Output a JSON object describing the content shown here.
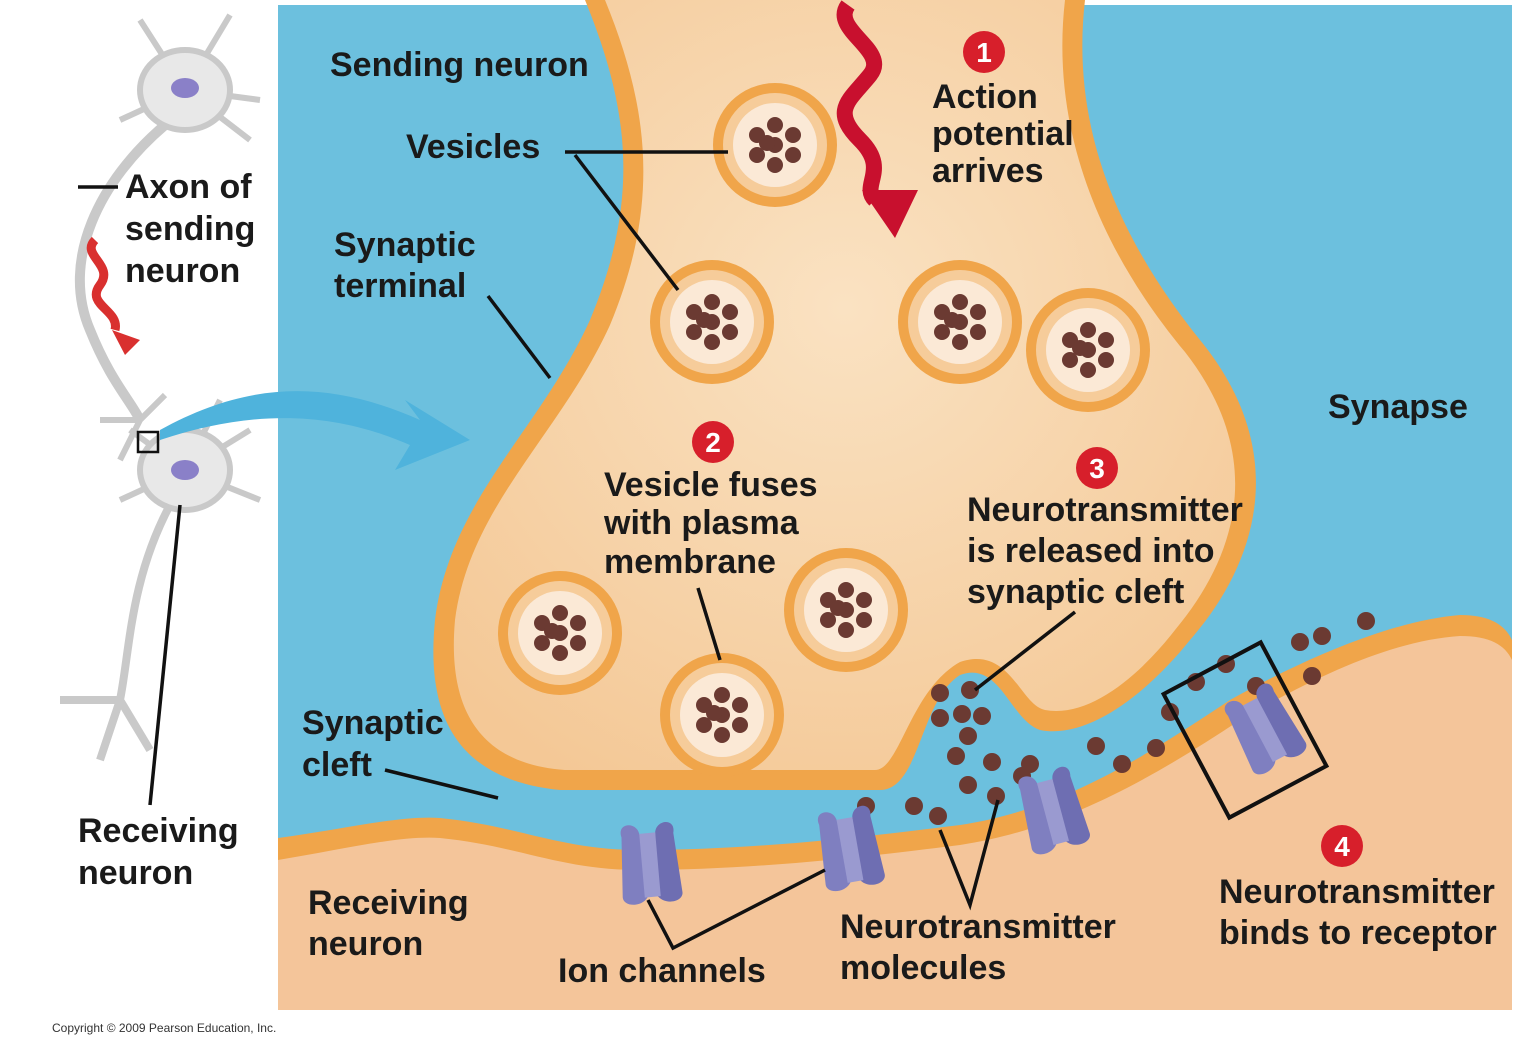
{
  "labels": {
    "axon": [
      "Axon of",
      "sending",
      "neuron"
    ],
    "receiving_left": [
      "Receiving",
      "neuron"
    ],
    "sending_neuron": "Sending neuron",
    "vesicles": "Vesicles",
    "synaptic_terminal": [
      "Synaptic",
      "terminal"
    ],
    "synapse": "Synapse",
    "synaptic_cleft": [
      "Synaptic",
      "cleft"
    ],
    "receiving_bottom": [
      "Receiving",
      "neuron"
    ],
    "ion_channels": "Ion channels",
    "nt_molecules": [
      "Neurotransmitter",
      "molecules"
    ]
  },
  "steps": [
    {
      "number": "1",
      "text": [
        "Action",
        "potential",
        "arrives"
      ]
    },
    {
      "number": "2",
      "text": [
        "Vesicle fuses",
        "with plasma",
        "membrane"
      ]
    },
    {
      "number": "3",
      "text": [
        "Neurotransmitter",
        "is released into",
        "synaptic cleft"
      ]
    },
    {
      "number": "4",
      "text": [
        "Neurotransmitter",
        "binds to receptor"
      ]
    }
  ],
  "copyright": "Copyright © 2009 Pearson Education, Inc.",
  "colors": {
    "cleft": "#6cc0de",
    "cytoplasm": "#f7d3a6",
    "membrane": "#f0a54a",
    "step_badge": "#d71f2b",
    "arrow": "#c8102e",
    "molecule": "#6b3a32",
    "receptor": "#7f7fc0"
  }
}
